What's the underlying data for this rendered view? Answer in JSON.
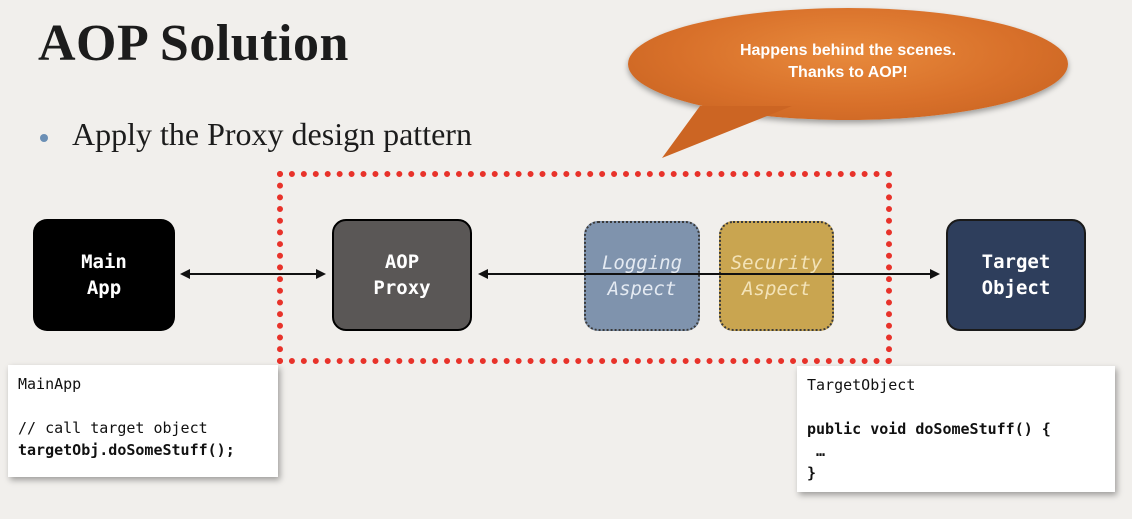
{
  "slide": {
    "title": "AOP Solution",
    "bullet": "Apply the Proxy design pattern"
  },
  "callout": {
    "line1": "Happens behind the scenes.",
    "line2": "Thanks to AOP!"
  },
  "boxes": {
    "main_app": {
      "line1": "Main",
      "line2": "App"
    },
    "aop_proxy": {
      "line1": "AOP",
      "line2": "Proxy"
    },
    "logging_aspect": {
      "line1": "Logging",
      "line2": "Aspect"
    },
    "security_aspect": {
      "line1": "Security",
      "line2": "Aspect"
    },
    "target_object": {
      "line1": "Target",
      "line2": "Object"
    }
  },
  "main_card": {
    "title": "MainApp",
    "comment": "// call target object",
    "call": "targetObj.doSomeStuff();"
  },
  "target_card": {
    "title": "TargetObject",
    "signature": "public void doSomeStuff() {",
    "body": " …",
    "close": "}"
  },
  "colors": {
    "background": "#f1efec",
    "callout": "#d8702a",
    "proxy_border": "#e8322a",
    "main_app": "#000000",
    "aop_proxy": "#5a5756",
    "logging_aspect": "#7f93ad",
    "security_aspect": "#c9a550",
    "target_object": "#2e3e5c"
  }
}
